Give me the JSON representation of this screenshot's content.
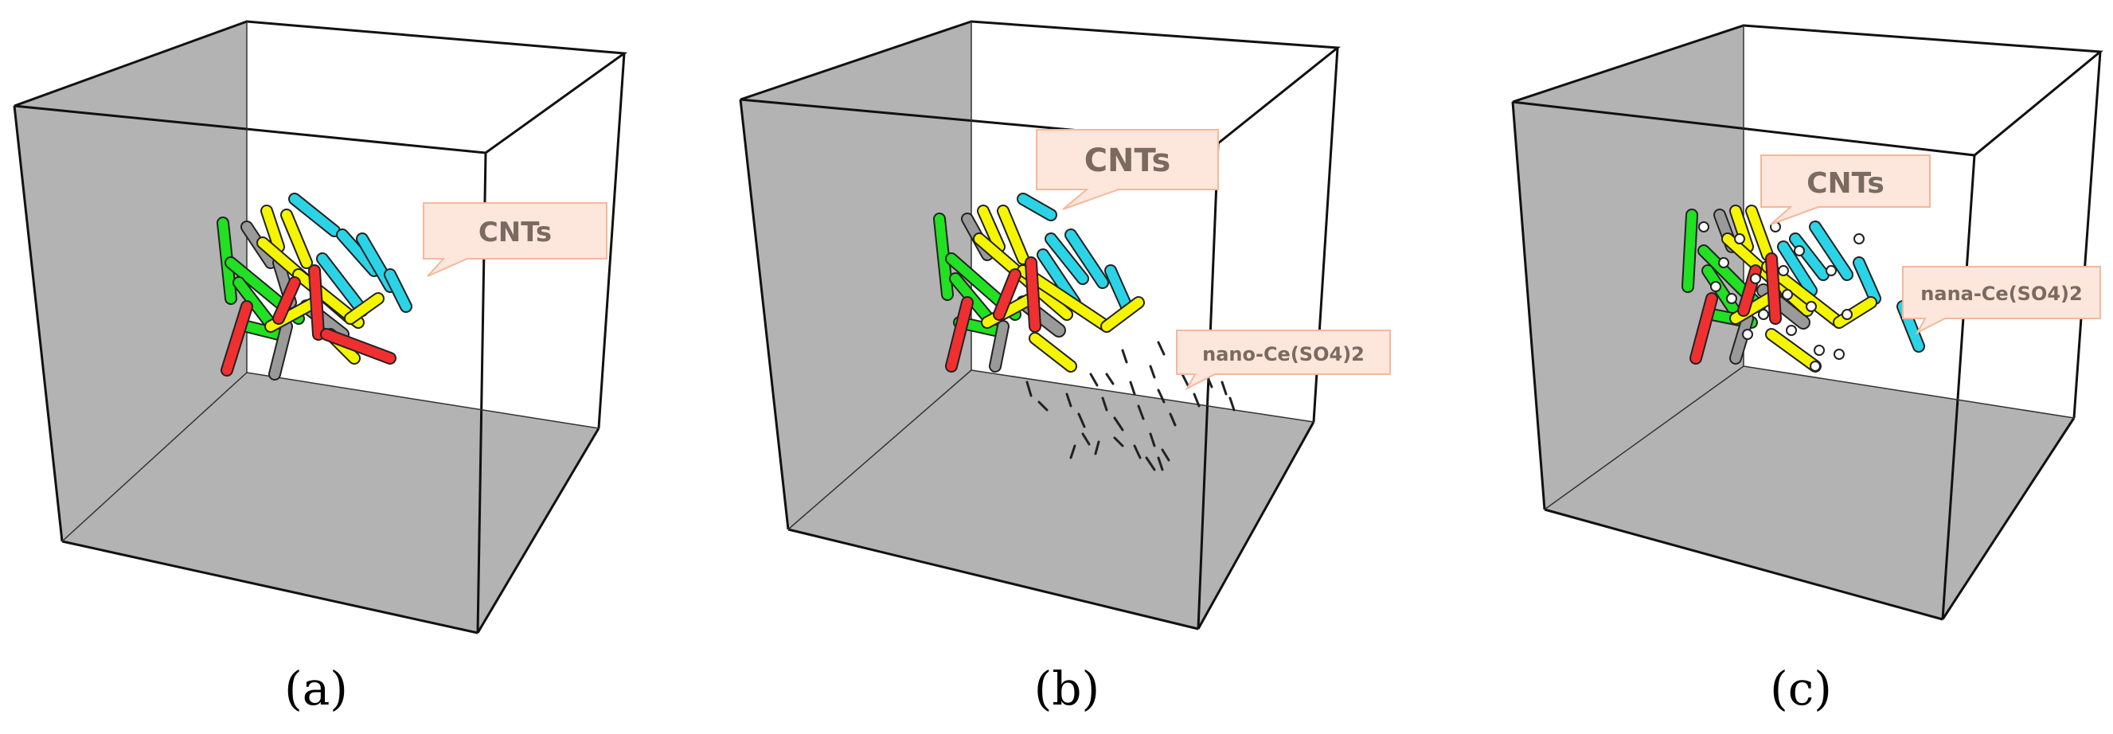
{
  "panels": [
    {
      "label": "(a)",
      "callouts": [
        {
          "text": "CNTs"
        }
      ]
    },
    {
      "label": "(b)",
      "callouts": [
        {
          "text": "CNTs"
        },
        {
          "text": "nano-Ce(SO4)2"
        }
      ]
    },
    {
      "label": "(c)",
      "callouts": [
        {
          "text": "CNTs"
        },
        {
          "text": "nana-Ce(SO4)2"
        }
      ]
    }
  ],
  "colors": {
    "cnt_green": "#22e022",
    "cnt_yellow": "#f5f500",
    "cnt_red": "#f03030",
    "cnt_gray": "#9a9a9a",
    "cnt_cyan": "#2ad4e6",
    "box_back": "#b3b3b3",
    "box_floor": "#b3b3b3",
    "callout_fill": "#fde6dc",
    "callout_stroke": "#f4b89a"
  }
}
